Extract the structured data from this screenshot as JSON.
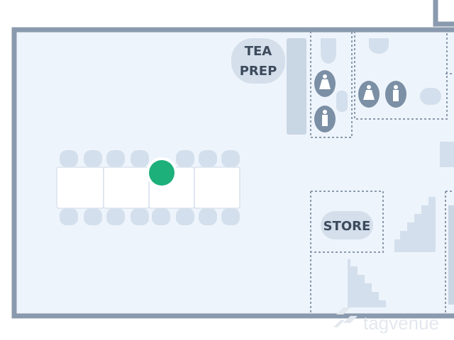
{
  "rooms": {
    "tea_prep": {
      "line1": "TEA",
      "line2": "PREP"
    },
    "store": {
      "label": "STORE"
    }
  },
  "watermark": {
    "text": "tagvenue"
  },
  "colors": {
    "floor": "#eef4fb",
    "wall": "#8a9aae",
    "fixture": "#c9d6e4",
    "dotted": "#8a9aae",
    "table": "#ffffff",
    "chair": "#d3dfec",
    "marker": "#1db07a",
    "toilet_sign": "#7b8fa5"
  },
  "icons": [
    "female-toilet-icon",
    "male-toilet-icon",
    "toilet-fixture-icon",
    "sink-icon",
    "stairs-icon",
    "location-marker-icon"
  ]
}
